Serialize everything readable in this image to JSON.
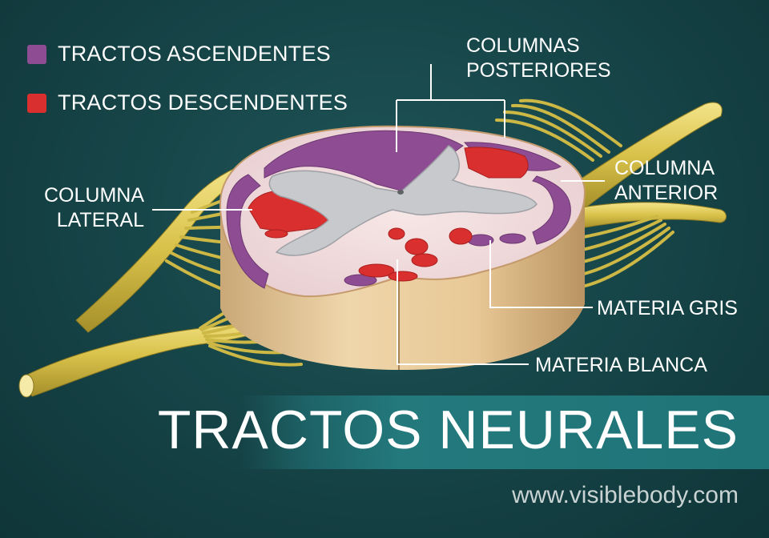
{
  "legend": {
    "items": [
      {
        "label": "TRACTOS ASCENDENTES",
        "color": "#8e4d92"
      },
      {
        "label": "TRACTOS DESCENDENTES",
        "color": "#d9302f"
      }
    ]
  },
  "labels": {
    "columnas_posteriores": [
      "COLUMNAS",
      "POSTERIORES"
    ],
    "columna_anterior": [
      "COLUMNA",
      "ANTERIOR"
    ],
    "columna_lateral": [
      "COLUMNA",
      "LATERAL"
    ],
    "materia_gris": "MATERIA GRIS",
    "materia_blanca": "MATERIA BLANCA"
  },
  "title": "TRACTOS NEURALES",
  "url": "www.visiblebody.com",
  "colors": {
    "background": "#174649",
    "ascending": "#8e4d92",
    "descending": "#d9302f",
    "gray_matter": "#c7c9cc",
    "white_matter": "#f0d8b0",
    "nerve": "#e2cf5a"
  }
}
